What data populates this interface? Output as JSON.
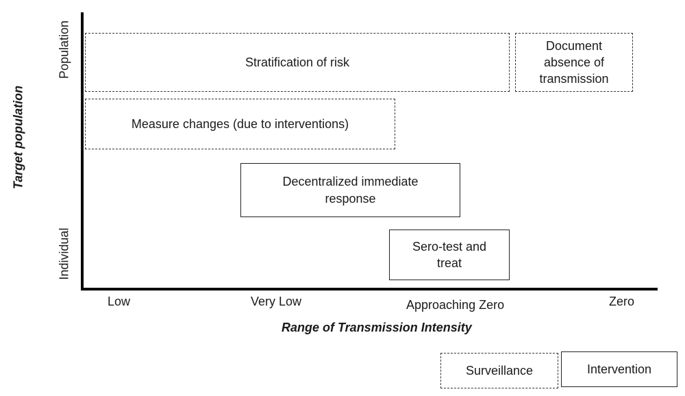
{
  "y_axis": {
    "title": "Target population",
    "top_label": "Population",
    "bottom_label": "Individual"
  },
  "x_axis": {
    "title": "Range of Transmission Intensity",
    "labels": [
      "Low",
      "Very Low",
      "Approaching Zero",
      "Zero"
    ]
  },
  "boxes": [
    {
      "text": "Stratification of risk",
      "style": "dashed"
    },
    {
      "text": "Document absence of transmission",
      "style": "dashed"
    },
    {
      "text": "Measure changes (due to interventions)",
      "style": "dashed"
    },
    {
      "text": "Decentralized immediate response",
      "style": "solid"
    },
    {
      "text": "Sero-test and treat",
      "style": "solid"
    }
  ],
  "legend": {
    "surveillance": "Surveillance",
    "intervention": "Intervention"
  }
}
